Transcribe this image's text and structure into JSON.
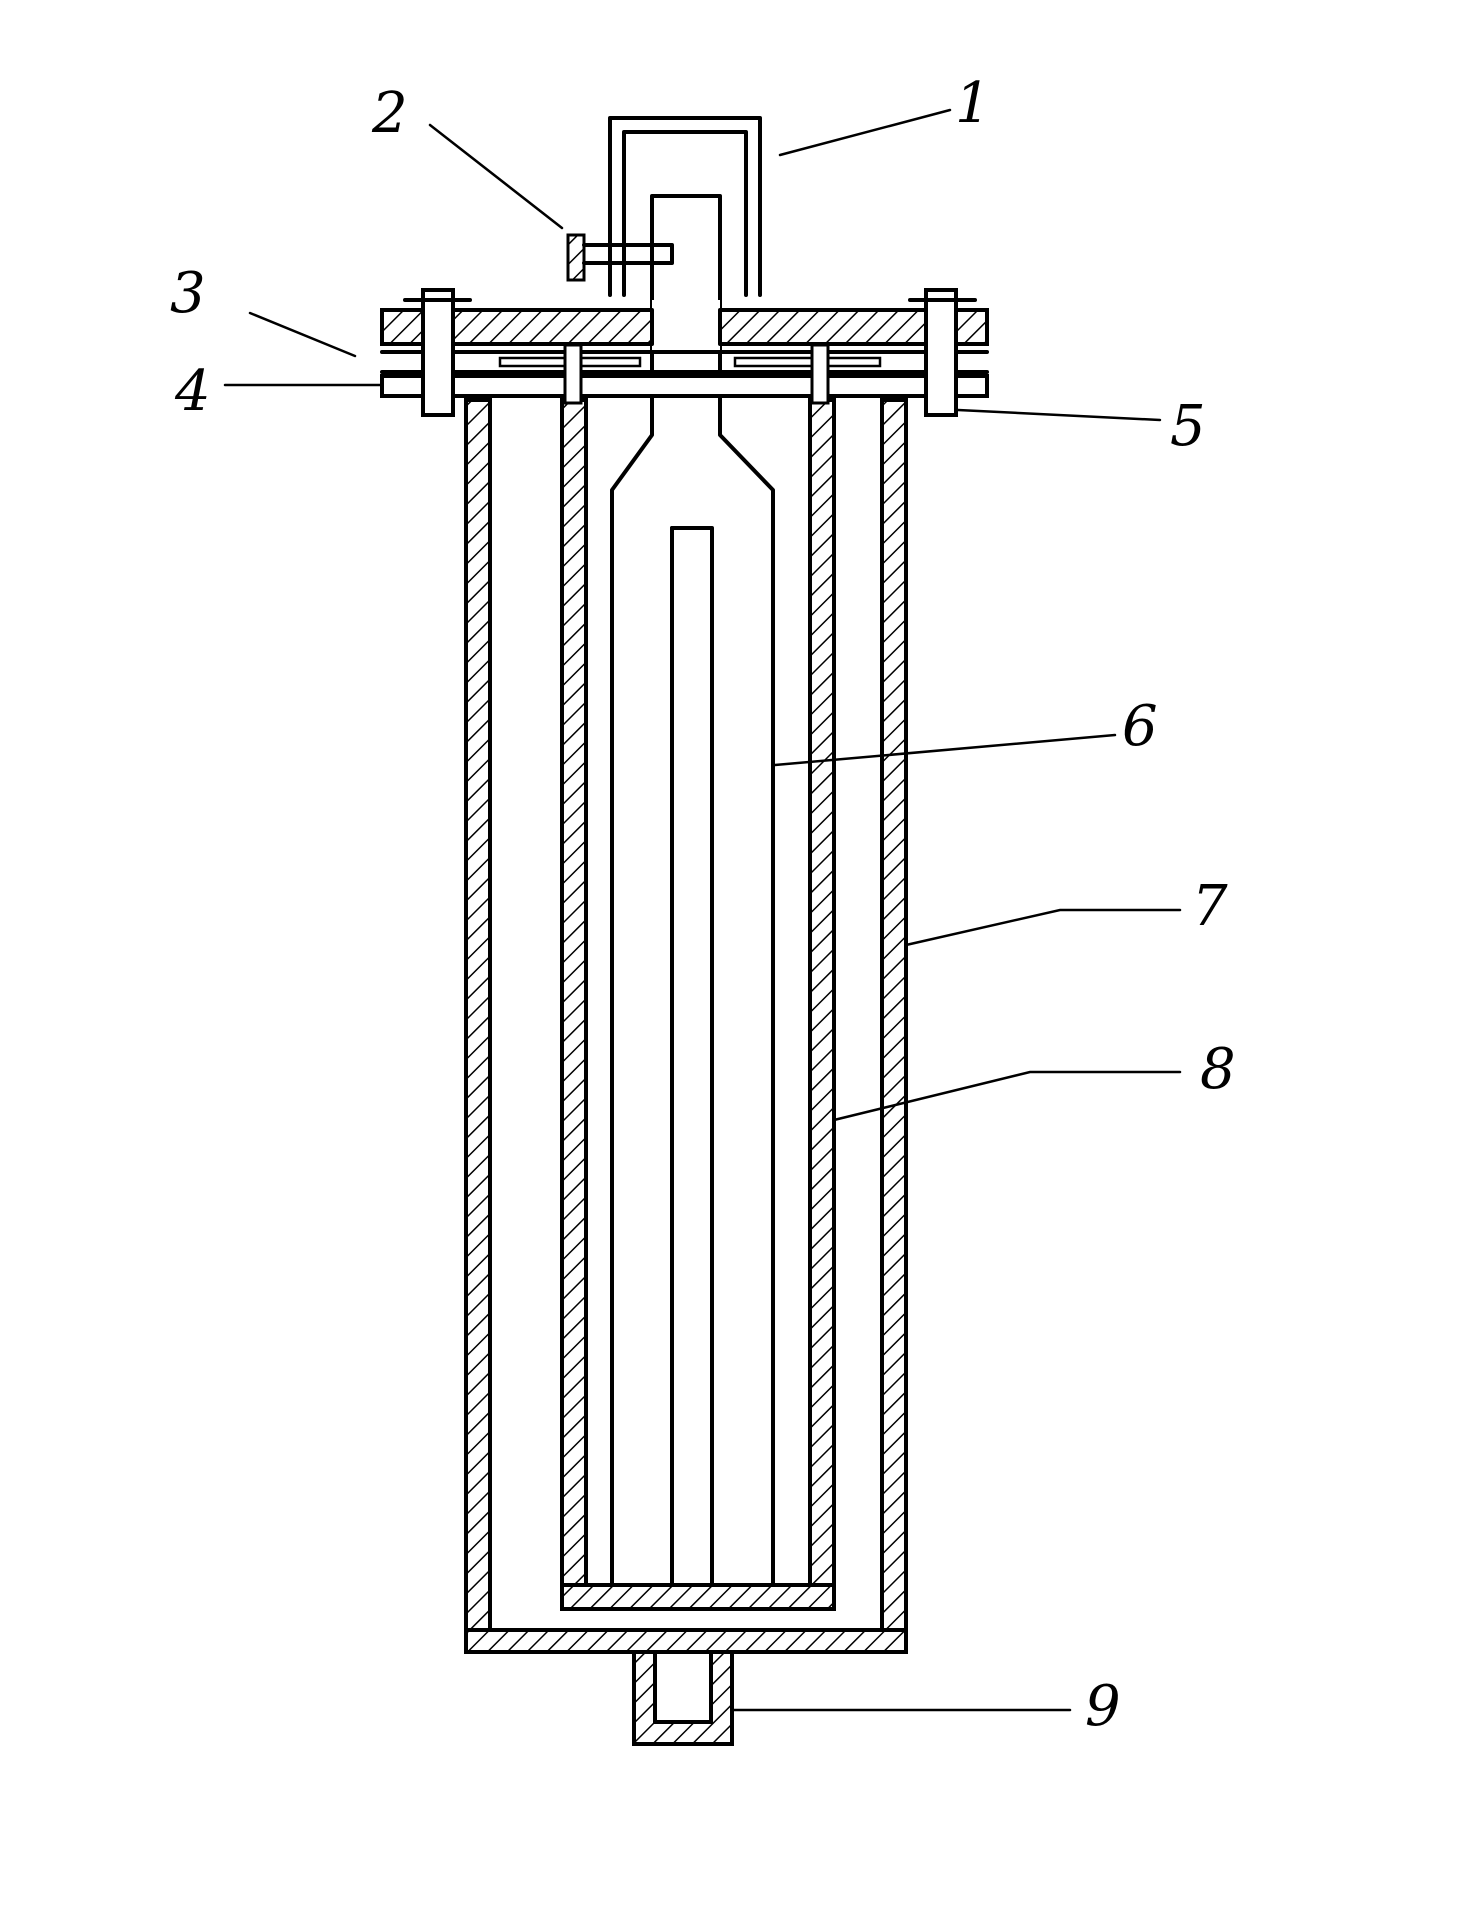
{
  "figure": {
    "labels": [
      "1",
      "2",
      "3",
      "4",
      "5",
      "6",
      "7",
      "8",
      "9"
    ]
  }
}
